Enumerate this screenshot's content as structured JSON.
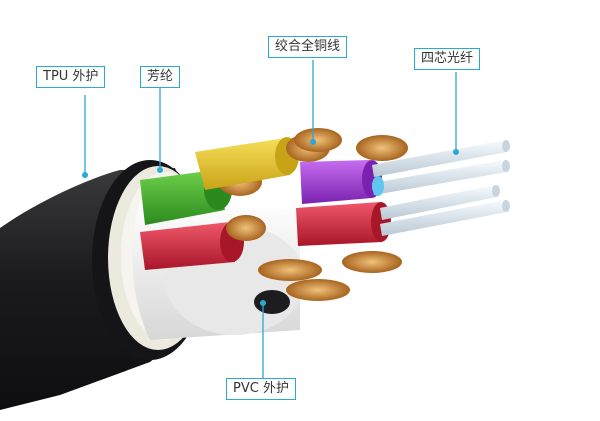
{
  "labels": {
    "tpu_jacket": "TPU 外护",
    "aramid": "芳纶",
    "tinned_copper": "绞合全铜线",
    "four_fiber": "四芯光纤",
    "pvc_jacket": "PVC 外护"
  },
  "colors": {
    "leader": "#2aa8d8",
    "outer_jacket": "#1d1d1f",
    "aramid": "#f1efe8",
    "green": "#3cae2c",
    "yellow": "#e6c52b",
    "red": "#d62b3a",
    "purple": "#9a3ad8",
    "copper": "#c98c3e",
    "white_insulation": "#f3f3f3",
    "black_insulation": "#2a2a2a",
    "fiber": "#dfe9f0"
  }
}
